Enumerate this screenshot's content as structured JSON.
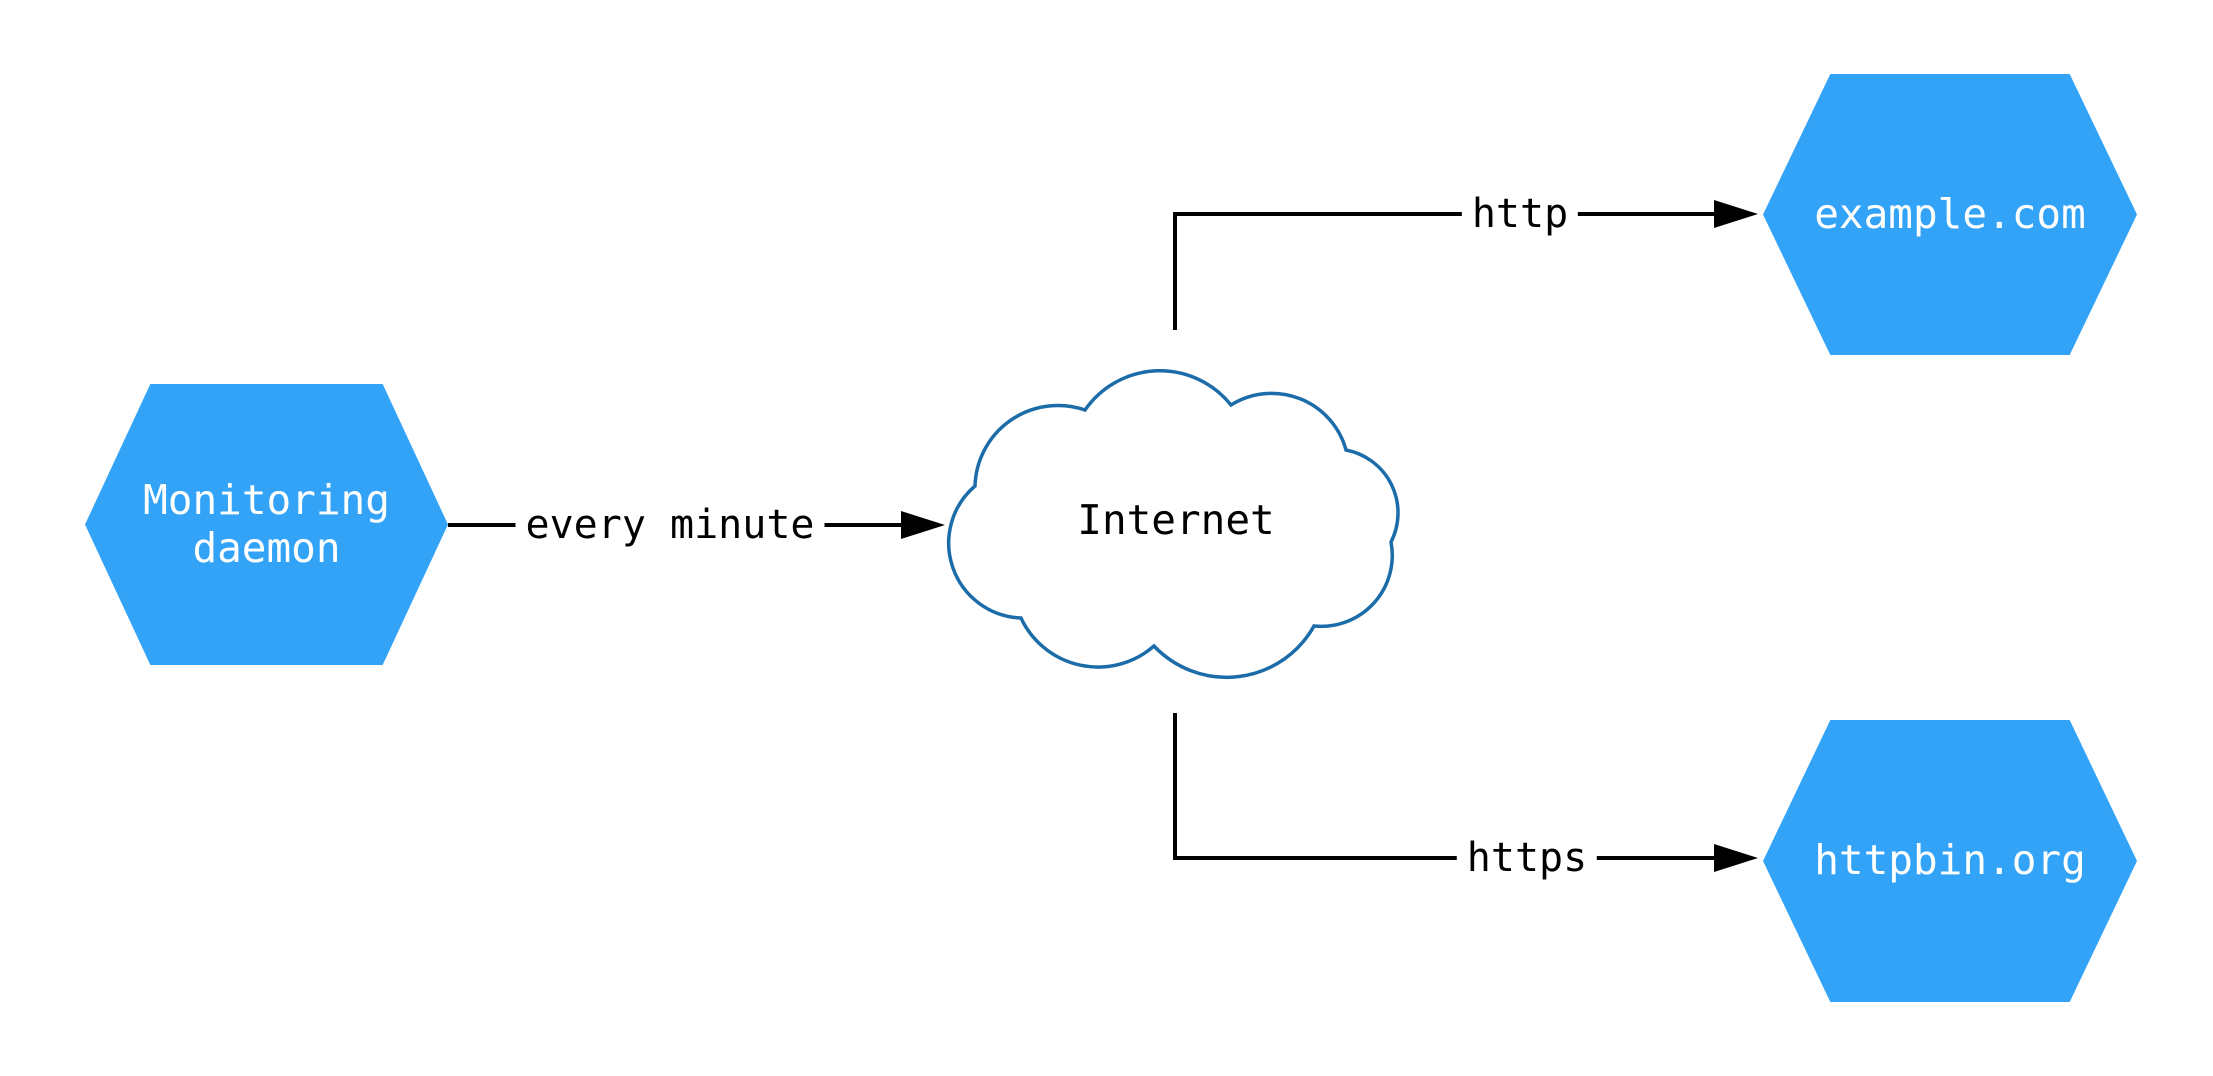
{
  "colors": {
    "background": "#ffffff",
    "node_fill": "#33a3f7",
    "node_text": "#ffffff",
    "cloud_fill": "#ffffff",
    "cloud_stroke": "#1b6ca8",
    "connector": "#000000",
    "label_text": "#000000"
  },
  "nodes": {
    "monitoring_daemon": {
      "label": "Monitoring\ndaemon"
    },
    "internet": {
      "label": "Internet"
    },
    "example_com": {
      "label": "example.com"
    },
    "httpbin_org": {
      "label": "httpbin.org"
    }
  },
  "edges": {
    "daemon_to_internet": {
      "label": "every minute"
    },
    "internet_to_example": {
      "label": "http"
    },
    "internet_to_httpbin": {
      "label": "https"
    }
  }
}
